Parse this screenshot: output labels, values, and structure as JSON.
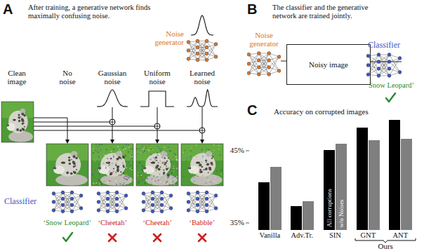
{
  "diagram": {
    "nodes": [
      {
        "text": [
          "Noise generator"
        ]
      },
      {
        "text": [
          "Noisy image"
        ]
      },
      {
        "text": [
          "Classifier"
        ]
      }
    ],
    "edges": [
      {
        "from": 0,
        "to": 1,
        "arrow": "none"
      },
      {
        "from": 1,
        "to": 2,
        "arrow": "none"
      }
    ],
    "labels": [
      "A",
      "After training, a generative network finds maximally confusing noise.",
      "Clean image",
      "No noise",
      "Gaussian noise",
      "Uniform noise",
      "Learned noise",
      "Noise generator",
      "Classifier",
      "‘Snow Leopard’",
      "‘Cheetah’",
      "‘Cheetah’",
      "‘Babble’",
      "B",
      "The classifier and the generative network are trained jointly.",
      "‘Snow Leopard’",
      "C",
      "Accuracy on corrupted images",
      "45%",
      "35%",
      "All corruptions",
      "w/o Noises",
      "Vanilla",
      "Adv.Tr.",
      "SIN",
      "GNT",
      "ANT",
      "Ours"
    ]
  }
}
